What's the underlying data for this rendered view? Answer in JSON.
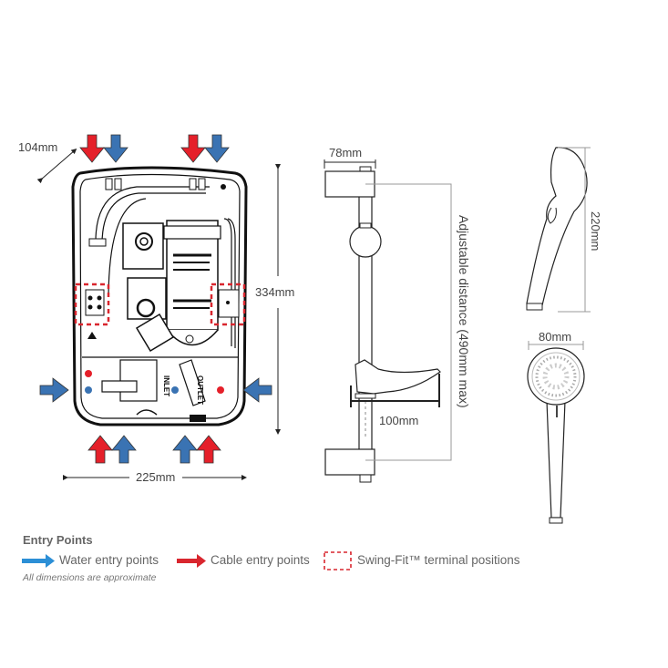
{
  "diagram": {
    "unit_front": {
      "depth_label": "104mm",
      "height_label": "334mm",
      "width_label": "225mm",
      "inlet_text": "INLET",
      "outlet_text": "OUTLET"
    },
    "riser_rail": {
      "bracket_width_label": "78mm",
      "adjustable_label": "Adjustable distance (490mm max)",
      "soap_dish_label": "100mm"
    },
    "handset": {
      "length_label": "220mm",
      "head_diameter_label": "80mm"
    },
    "colors": {
      "water_arrow": "#3a73b3",
      "cable_arrow": "#e5202a",
      "terminal_box": "#d9262e",
      "line": "#222222"
    }
  },
  "legend": {
    "title": "Entry Points",
    "items": [
      {
        "icon": "blue-arrow-icon",
        "label": "Water entry points"
      },
      {
        "icon": "red-arrow-icon",
        "label": "Cable entry points"
      },
      {
        "icon": "dashed-box-icon",
        "label": "Swing-Fit™ terminal positions"
      }
    ],
    "note": "All dimensions are approximate"
  }
}
